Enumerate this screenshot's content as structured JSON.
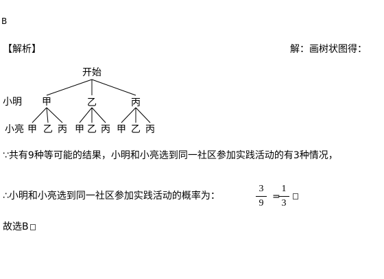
{
  "answer_letter": "B",
  "analysis_label": "【解析】",
  "solution_intro": "解：画树状图得：",
  "tree": {
    "root": "开始",
    "level1_label": "小明",
    "level2_label": "小亮",
    "level1": [
      "甲",
      "乙",
      "丙"
    ],
    "level2": [
      [
        "甲",
        "乙",
        "丙"
      ],
      [
        "甲",
        "乙",
        "丙"
      ],
      [
        "甲",
        "乙",
        "丙"
      ]
    ]
  },
  "line1": "∵共有9种等可能的结果，小明和小亮选到同一社区参加实践活动的有3种情况，",
  "line2": "∴小明和小亮选到同一社区参加实践活动的概率为：",
  "fraction1": {
    "numerator": "3",
    "denominator": "9"
  },
  "equals": "=",
  "fraction2": {
    "numerator": "1",
    "denominator": "3"
  },
  "conclusion": "故选B"
}
